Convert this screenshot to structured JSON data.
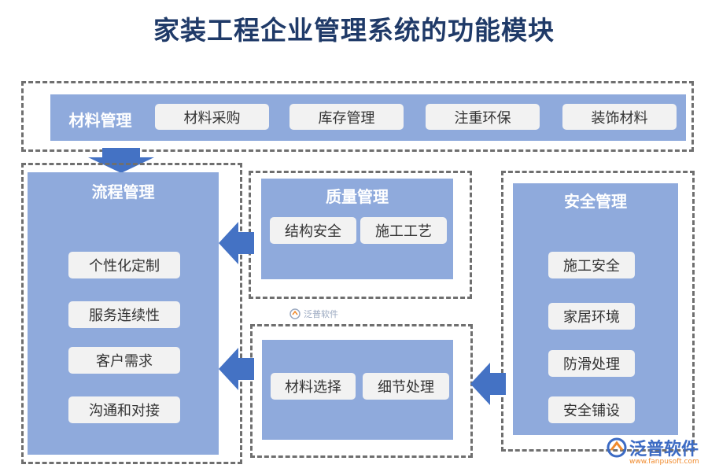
{
  "title": "家装工程企业管理系统的功能模块",
  "colors": {
    "panel": "#8faadc",
    "arrow": "#4472c4",
    "chip": "#f2f2f2",
    "title": "#1f3a68"
  },
  "materials": {
    "title": "材料管理",
    "items": [
      "材料采购",
      "库存管理",
      "注重环保",
      "装饰材料"
    ]
  },
  "process": {
    "title": "流程管理",
    "items": [
      "个性化定制",
      "服务连续性",
      "客户需求",
      "沟通和对接"
    ]
  },
  "quality": {
    "title": "质量管理",
    "items": [
      "结构安全",
      "施工工艺"
    ]
  },
  "material_select": {
    "items": [
      "材料选择",
      "细节处理"
    ]
  },
  "safety": {
    "title": "安全管理",
    "items": [
      "施工安全",
      "家居环境",
      "防滑处理",
      "安全铺设"
    ]
  },
  "watermark": "泛普软件",
  "logo": {
    "name": "泛普软件",
    "url": "www.fanpusoft.com",
    "icon": "fanpu-logo-icon"
  }
}
